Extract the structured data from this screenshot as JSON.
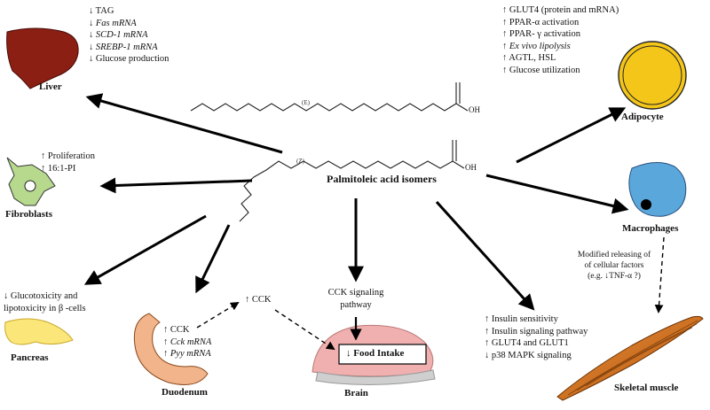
{
  "center_label": "Palmitoleic acid isomers",
  "molecule_labels": {
    "oh_top": "OH",
    "oh_bottom": "OH",
    "z_top": "(E)",
    "z_bottom": "(Z)"
  },
  "liver": {
    "label": "Liver",
    "lines": [
      "↓ TAG",
      "↓ Fas mRNA",
      "↓ SCD-1 mRNA",
      "↓ SREBP-1 mRNA",
      "↓ Glucose production"
    ]
  },
  "adipocyte": {
    "label": "Adipocyte",
    "lines": [
      "↑ GLUT4 (protein and mRNA)",
      "↑ PPAR-α activation",
      "↑ PPAR- γ activation",
      "↑ Ex vivo lipolysis",
      "↑ AGTL, HSL",
      "↑ Glucose utilization"
    ]
  },
  "fibroblasts": {
    "label": "Fibroblasts",
    "lines": [
      "↑ Proliferation",
      "↑ 16:1-PI"
    ]
  },
  "macrophages": {
    "label": "Macrophages"
  },
  "macrophage_note": {
    "lines": [
      "Modified releasing of",
      "of cellular factors",
      "(e.g. ↓TNF-α ?)"
    ]
  },
  "pancreas": {
    "label": "Pancreas",
    "lines": [
      "↓ Glucotoxicity and",
      "lipotoxicity in  β -cells"
    ]
  },
  "duodenum": {
    "label": "Duodenum",
    "lines": [
      "↑ CCK",
      "↑ Cck mRNA",
      "↑ Pyy mRNA"
    ],
    "cck_arrow": "↑ CCK"
  },
  "brain": {
    "label": "Brain",
    "pathway": [
      "CCK signaling",
      "pathway"
    ],
    "box": "↓ Food Intake"
  },
  "muscle": {
    "label": "Skeletal muscle",
    "lines": [
      "↑ Insulin sensitivity",
      "↑ Insulin signaling pathway",
      "↑ GLUT4 and GLUT1",
      "↓ p38 MAPK signaling"
    ]
  },
  "colors": {
    "liver": "#8b1f14",
    "adipocyte": "#f4c61a",
    "fibroblast": "#b6d98d",
    "macrophage": "#5aa7dc",
    "pancreas": "#fbe779",
    "duodenum": "#f2b48a",
    "brain": "#f1b0b0",
    "muscle": "#d9771f"
  }
}
